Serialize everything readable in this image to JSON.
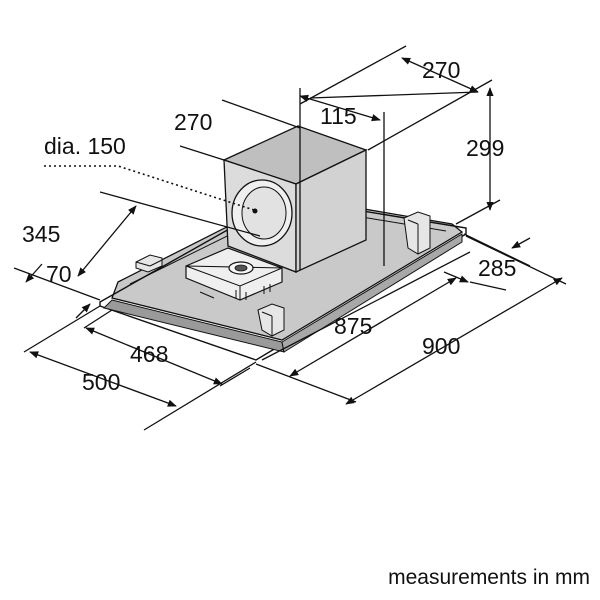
{
  "dimensions": {
    "d270_right": "270",
    "d270_left": "270",
    "d115": "115",
    "d299": "299",
    "dia": "dia. 150",
    "d345": "345",
    "d70": "70",
    "d285": "285",
    "d875": "875",
    "d900": "900",
    "d468": "468",
    "d500": "500"
  },
  "caption": "measurements in mm",
  "colors": {
    "outline": "#111111",
    "hood_fill": "#bdbdbd",
    "hood_top": "#c9c9c9",
    "box_side": "#d2d2d2",
    "box_front": "#dcdcdc",
    "box_top": "#bfbfbf"
  }
}
